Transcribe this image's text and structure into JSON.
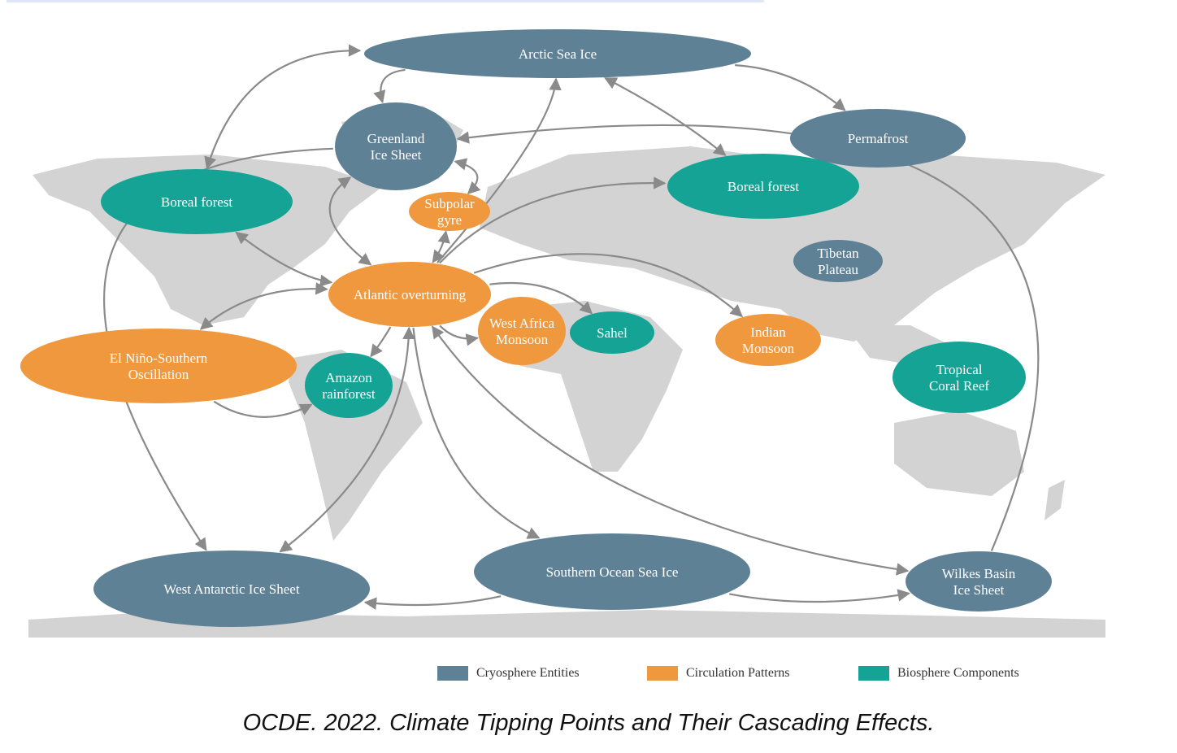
{
  "colors": {
    "cryosphere": "#5f8196",
    "circulation": "#f0983e",
    "biosphere": "#14a394",
    "arrow": "#8a8a8a",
    "land": "#d3d3d3"
  },
  "nodes": [
    {
      "id": "arctic",
      "type": "cryosphere",
      "lines": [
        "Arctic Sea Ice"
      ]
    },
    {
      "id": "greenland",
      "type": "cryosphere",
      "lines": [
        "Greenland",
        "Ice Sheet"
      ]
    },
    {
      "id": "boreal_na",
      "type": "biosphere",
      "lines": [
        "Boreal forest"
      ]
    },
    {
      "id": "subpolar",
      "type": "circulation",
      "lines": [
        "Subpolar",
        "gyre"
      ]
    },
    {
      "id": "permafrost",
      "type": "cryosphere",
      "lines": [
        "Permafrost"
      ]
    },
    {
      "id": "boreal_eu",
      "type": "biosphere",
      "lines": [
        "Boreal forest"
      ]
    },
    {
      "id": "tibetan",
      "type": "cryosphere",
      "lines": [
        "Tibetan",
        "Plateau"
      ]
    },
    {
      "id": "amoc",
      "type": "circulation",
      "lines": [
        "Atlantic overturning"
      ]
    },
    {
      "id": "wam",
      "type": "circulation",
      "lines": [
        "West Africa",
        "Monsoon"
      ]
    },
    {
      "id": "sahel",
      "type": "biosphere",
      "lines": [
        "Sahel"
      ]
    },
    {
      "id": "indian",
      "type": "circulation",
      "lines": [
        "Indian",
        "Monsoon"
      ]
    },
    {
      "id": "enso",
      "type": "circulation",
      "lines": [
        "El Niño-Southern",
        "Oscillation"
      ]
    },
    {
      "id": "amazon",
      "type": "biosphere",
      "lines": [
        "Amazon",
        "rainforest"
      ]
    },
    {
      "id": "coral",
      "type": "biosphere",
      "lines": [
        "Tropical",
        "Coral Reef"
      ]
    },
    {
      "id": "wais",
      "type": "cryosphere",
      "lines": [
        "West Antarctic Ice Sheet"
      ]
    },
    {
      "id": "soi",
      "type": "cryosphere",
      "lines": [
        "Southern Ocean Sea Ice"
      ]
    },
    {
      "id": "wilkes",
      "type": "cryosphere",
      "lines": [
        "Wilkes Basin",
        "Ice Sheet"
      ]
    }
  ],
  "edges": [
    {
      "from": "arctic",
      "to": "boreal_na",
      "both": true
    },
    {
      "from": "arctic",
      "to": "greenland",
      "both": false
    },
    {
      "from": "arctic",
      "to": "permafrost",
      "both": false
    },
    {
      "from": "arctic",
      "to": "boreal_eu",
      "both": true
    },
    {
      "from": "amoc",
      "to": "arctic",
      "both": false
    },
    {
      "from": "greenland",
      "to": "amoc",
      "both": true
    },
    {
      "from": "greenland",
      "to": "subpolar",
      "both": true
    },
    {
      "from": "subpolar",
      "to": "amoc",
      "both": true
    },
    {
      "from": "wilkes",
      "to": "greenland",
      "both": false
    },
    {
      "from": "greenland",
      "to": "wais",
      "both": false
    },
    {
      "from": "amoc",
      "to": "boreal_na",
      "both": true
    },
    {
      "from": "amoc",
      "to": "boreal_eu",
      "both": false
    },
    {
      "from": "amoc",
      "to": "indian",
      "both": false
    },
    {
      "from": "amoc",
      "to": "sahel",
      "both": false
    },
    {
      "from": "amoc",
      "to": "wam",
      "both": false
    },
    {
      "from": "amoc",
      "to": "enso",
      "both": true
    },
    {
      "from": "amoc",
      "to": "amazon",
      "both": false
    },
    {
      "from": "enso",
      "to": "amazon",
      "both": false
    },
    {
      "from": "wais",
      "to": "amoc",
      "both": true
    },
    {
      "from": "amoc",
      "to": "soi",
      "both": false
    },
    {
      "from": "amoc",
      "to": "wilkes",
      "both": true
    },
    {
      "from": "soi",
      "to": "wais",
      "both": false
    },
    {
      "from": "soi",
      "to": "wilkes",
      "both": false
    }
  ],
  "legend": [
    {
      "type": "cryosphere",
      "label": "Cryosphere Entities"
    },
    {
      "type": "circulation",
      "label": "Circulation Patterns"
    },
    {
      "type": "biosphere",
      "label": "Biosphere Components"
    }
  ],
  "caption": "OCDE. 2022. Climate Tipping Points and Their Cascading Effects."
}
